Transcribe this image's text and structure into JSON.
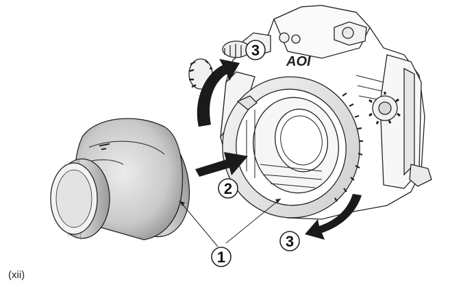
{
  "caption": "(xii)",
  "callouts": {
    "step1": "1",
    "step2": "2",
    "step3_top": "3",
    "step3_bottom": "3"
  },
  "housing": {
    "brand": "AOI"
  },
  "icons": {
    "arrow_rotate_top": "curved-rotation-arrow-icon",
    "arrow_rotate_bottom": "curved-rotation-arrow-icon",
    "arrow_insert": "straight-insert-arrow-icon"
  }
}
